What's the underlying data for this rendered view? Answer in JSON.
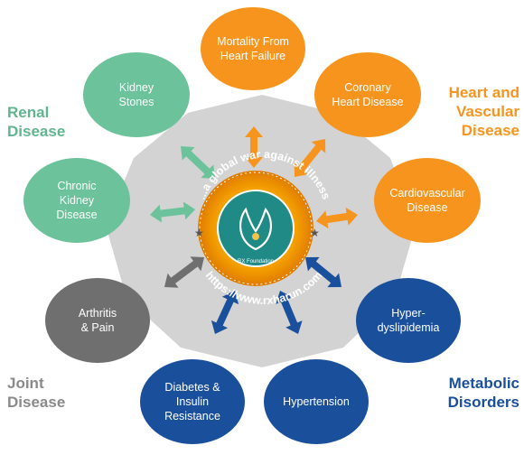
{
  "colors": {
    "orange": "#f7941d",
    "green": "#6cc29a",
    "gray": "#6f6f6f",
    "blue": "#1a4f9c",
    "hub": "#d3d3d3",
    "renal_text": "#5fb58e",
    "heart_text": "#f7941d",
    "joint_text": "#8a8a8a",
    "metabolic_text": "#1a4f9c"
  },
  "categories": {
    "renal": [
      "Renal",
      "Disease"
    ],
    "heart": [
      "Heart and",
      "Vascular",
      "Disease"
    ],
    "joint": [
      "Joint",
      "Disease"
    ],
    "metabolic": [
      "Metabolic",
      "Disorders"
    ]
  },
  "nodes": {
    "mortality": [
      "Mortality From",
      "Heart Failure"
    ],
    "coronary": [
      "Coronary",
      "Heart Disease"
    ],
    "cardiovascular": [
      "Cardiovascular",
      "Disease"
    ],
    "hyperdyslipidemia": [
      "Hyper-",
      "dyslipidemia"
    ],
    "hypertension": [
      "Hypertension"
    ],
    "diabetes": [
      "Diabetes &",
      "Insulin",
      "Resistance"
    ],
    "arthritis": [
      "Arthritis",
      "& Pain"
    ],
    "chronic_kidney": [
      "Chronic",
      "Kidney",
      "Disease"
    ],
    "kidney_stones": [
      "Kidney",
      "Stones"
    ]
  },
  "logo": {
    "tagline": "...a global war against illness",
    "url": "https://www.rxharun.com",
    "foundation": "RX Foundation"
  }
}
